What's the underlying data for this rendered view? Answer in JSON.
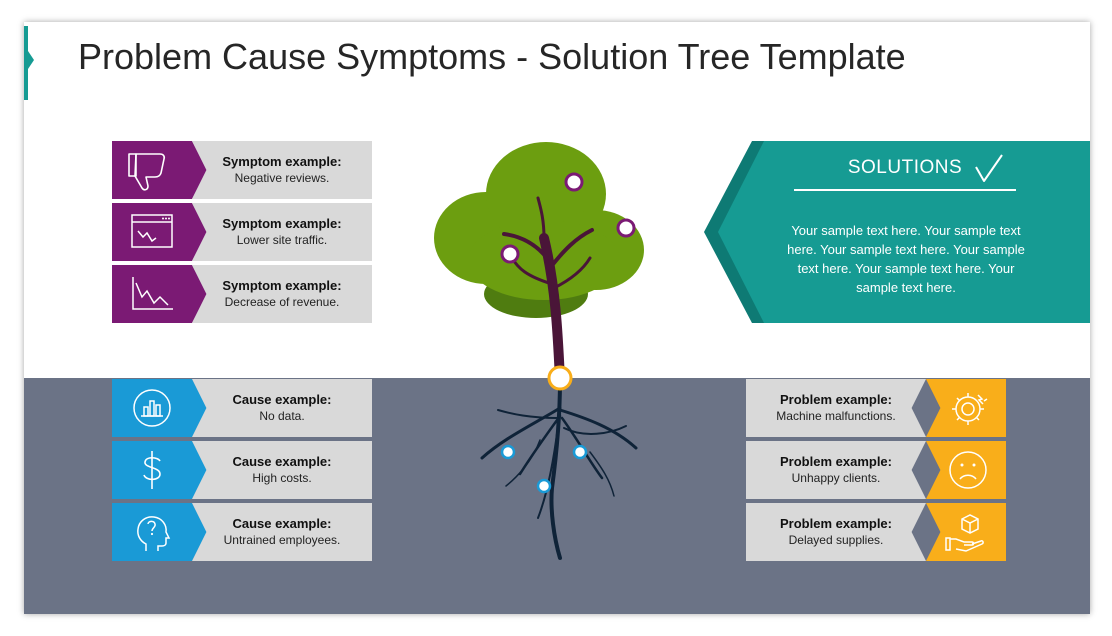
{
  "title": "Problem Cause Symptoms - Solution Tree Template",
  "colors": {
    "accent": "#169b93",
    "symptom": "#7b1a74",
    "cause": "#1a9ad6",
    "problem": "#f9ae1a",
    "solution": "#169b93",
    "ground": "#6b7386",
    "label_bg": "#d9d9d9"
  },
  "symptoms": [
    {
      "heading": "Symptom example:",
      "text": "Negative reviews.",
      "icon": "thumbs-down-icon"
    },
    {
      "heading": "Symptom example:",
      "text": "Lower site traffic.",
      "icon": "browser-chart-icon"
    },
    {
      "heading": "Symptom example:",
      "text": "Decrease of revenue.",
      "icon": "declining-chart-icon"
    }
  ],
  "causes": [
    {
      "heading": "Cause example:",
      "text": "No data.",
      "icon": "bar-chart-circle-icon"
    },
    {
      "heading": "Cause example:",
      "text": "High costs.",
      "icon": "dollar-icon"
    },
    {
      "heading": "Cause example:",
      "text": "Untrained employees.",
      "icon": "head-question-icon"
    }
  ],
  "problems": [
    {
      "heading": "Problem example:",
      "text": "Machine malfunctions.",
      "icon": "broken-gear-icon"
    },
    {
      "heading": "Problem example:",
      "text": "Unhappy clients.",
      "icon": "sad-face-icon"
    },
    {
      "heading": "Problem example:",
      "text": "Delayed supplies.",
      "icon": "box-hand-icon"
    }
  ],
  "solutions": {
    "title": "SOLUTIONS",
    "icon": "checkmark-icon",
    "text": "Your sample text here. Your sample text here. Your sample text here. Your sample text here. Your sample text here. Your sample text here."
  }
}
